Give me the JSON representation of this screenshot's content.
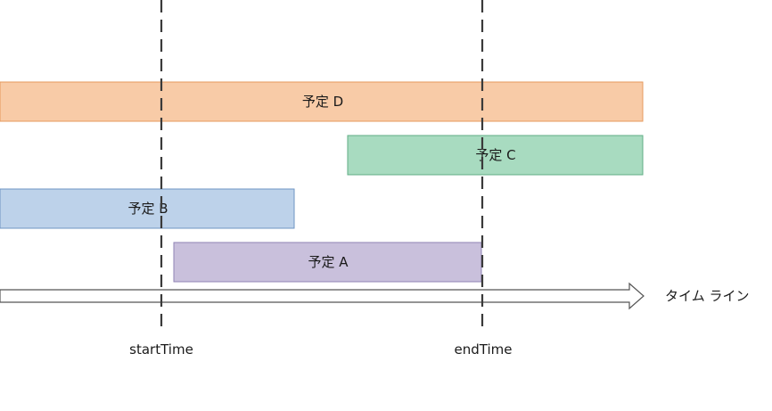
{
  "diagram": {
    "schedules": [
      {
        "id": "D",
        "label": "予定 D",
        "fill": "#f8cba7",
        "stroke": "#e69a5e"
      },
      {
        "id": "C",
        "label": "予定 C",
        "fill": "#a8dbc0",
        "stroke": "#5fae85"
      },
      {
        "id": "B",
        "label": "予定 B",
        "fill": "#bdd2ea",
        "stroke": "#6e94c3"
      },
      {
        "id": "A",
        "label": "予定 A",
        "fill": "#c9c0dc",
        "stroke": "#8f83b4"
      }
    ],
    "markers": {
      "start": {
        "label": "startTime"
      },
      "end": {
        "label": "endTime"
      }
    },
    "timeline": {
      "label": "タイム ライン"
    },
    "colors": {
      "marker_line": "#3a3a3a",
      "arrow_stroke": "#555555",
      "arrow_fill": "#ffffff"
    }
  }
}
